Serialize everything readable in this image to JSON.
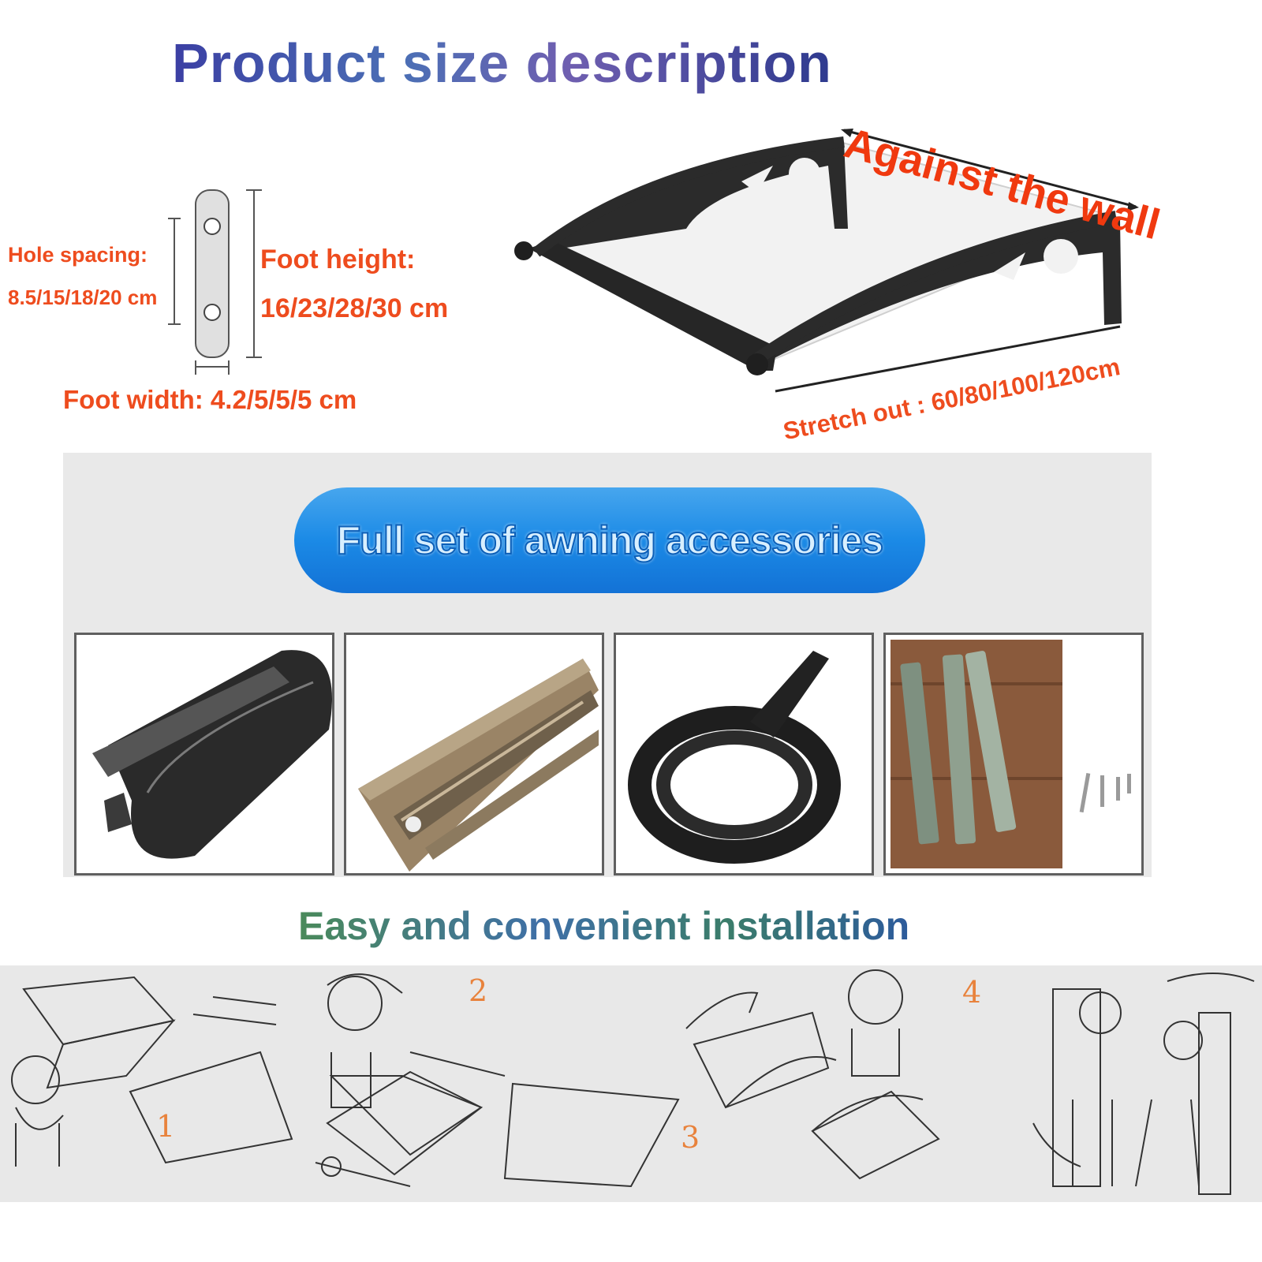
{
  "titles": {
    "main": "Product size description",
    "install": "Easy and convenient installation"
  },
  "foot": {
    "hole_spacing_label": "Hole spacing:",
    "hole_spacing_value": "8.5/15/18/20 cm",
    "foot_height_label": "Foot height:",
    "foot_height_value": "16/23/28/30 cm",
    "foot_width": "Foot width: 4.2/5/5/5 cm"
  },
  "awning": {
    "against_wall": "Against the wall",
    "stretch_out": "Stretch out : 60/80/100/120cm"
  },
  "accessories": {
    "banner": "Full set of awning accessories",
    "items": [
      "gutter-profile",
      "aluminum-rail",
      "rubber-seal-strip",
      "expansion-bolts-and-screws"
    ]
  },
  "install_steps": [
    "1",
    "2",
    "3",
    "4"
  ],
  "colors": {
    "annotation_orange": "#ee4c1e",
    "banner_blue": "#1b8ae6",
    "step_orange": "#e8823c"
  }
}
